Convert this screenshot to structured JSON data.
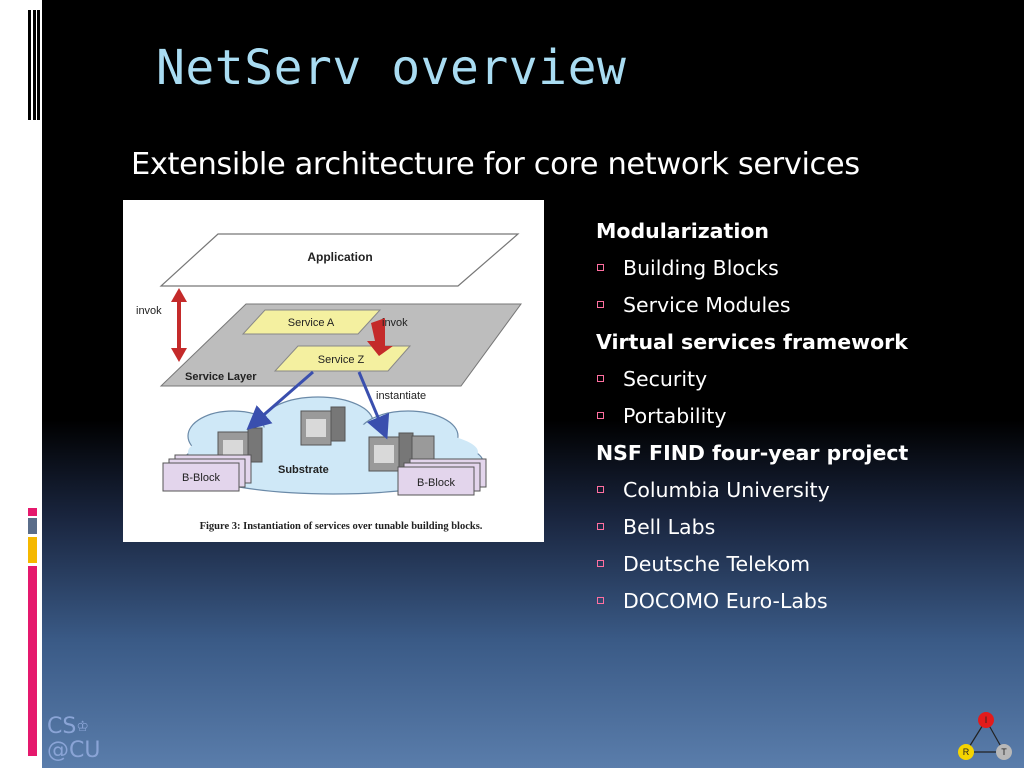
{
  "slide": {
    "title": "NetServ overview",
    "subtitle": "Extensible architecture for core network services"
  },
  "figure": {
    "labels": {
      "application": "Application",
      "invok_left": "invok",
      "invok_right": "invok",
      "service_a": "Service A",
      "service_z": "Service Z",
      "service_layer": "Service Layer",
      "instantiate": "instantiate",
      "substrate": "Substrate",
      "bblock_left": "B-Block",
      "bblock_right": "B-Block"
    },
    "caption": "Figure 3: Instantiation of services over tunable building blocks."
  },
  "bullets": [
    {
      "level": 1,
      "text": "Modularization"
    },
    {
      "level": 2,
      "text": "Building Blocks"
    },
    {
      "level": 2,
      "text": "Service Modules"
    },
    {
      "level": 1,
      "text": "Virtual services framework"
    },
    {
      "level": 2,
      "text": "Security"
    },
    {
      "level": 2,
      "text": "Portability"
    },
    {
      "level": 1,
      "text": "NSF FIND four-year project"
    },
    {
      "level": 2,
      "text": "Columbia University"
    },
    {
      "level": 2,
      "text": "Bell Labs"
    },
    {
      "level": 2,
      "text": "Deutsche Telekom"
    },
    {
      "level": 2,
      "text": "DOCOMO Euro-Labs"
    }
  ],
  "logos": {
    "cs_line1": "CS",
    "cs_line2": "@CU",
    "irt_letters": [
      "I",
      "R",
      "T"
    ]
  },
  "colors": {
    "title": "#a9dcf2",
    "bullet_marker": "#ff6fa0",
    "accent_pink": "#e5196d",
    "accent_gray": "#5a6d8a",
    "accent_yellow": "#f5b800"
  }
}
